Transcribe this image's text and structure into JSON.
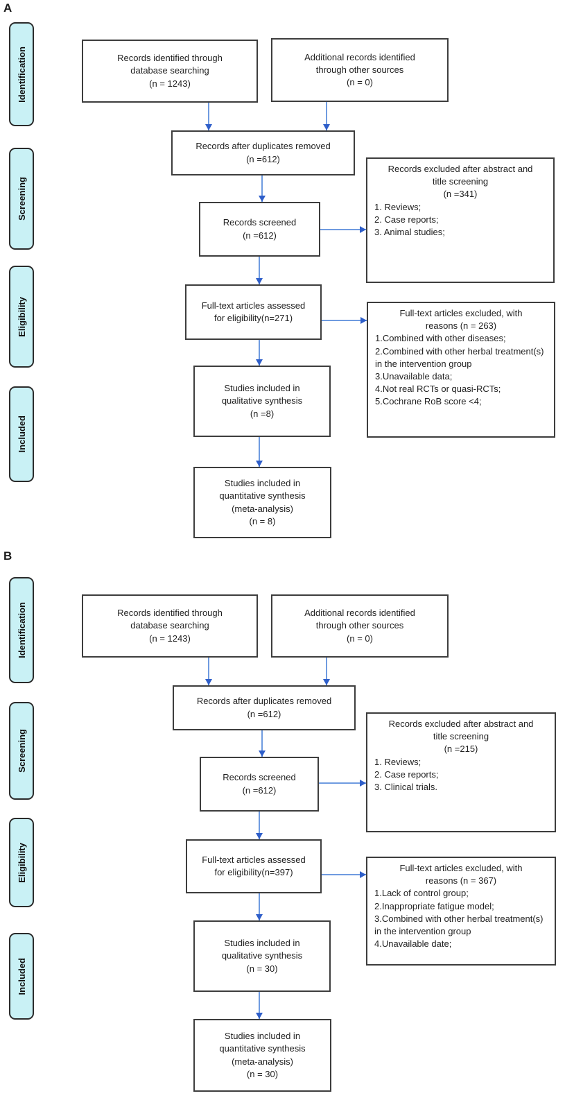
{
  "colors": {
    "stage_fill": "#c9f1f5",
    "box_border": "#3d3d3d",
    "arrow_line": "#6f9be0",
    "arrow_head": "#2e5ec9",
    "text": "#212121"
  },
  "panels": [
    {
      "label": "A",
      "stages": {
        "identification": "Identification",
        "screening": "Screening",
        "eligibility": "Eligibility",
        "included": "Included"
      },
      "boxes": {
        "identified": "Records identified through\ndatabase searching\n(n = 1243)",
        "additional": "Additional records identified\nthrough other sources\n(n = 0)",
        "after_duplicates": "Records after duplicates removed\n(n =612)",
        "screened": "Records screened\n(n =612)",
        "excluded_screening": {
          "title": "Records excluded after abstract and\ntitle screening\n(n =341)",
          "items": [
            "1. Reviews;",
            "2. Case reports;",
            "3. Animal studies;"
          ]
        },
        "fulltext": "Full-text articles assessed\nfor eligibility(n=271)",
        "excluded_fulltext": {
          "title": "Full-text articles excluded, with\nreasons (n = 263)",
          "items": [
            "1.Combined with other diseases;",
            "2.Combined with other herbal treatment(s) in the intervention group",
            "3.Unavailable data;",
            "4.Not real RCTs or quasi-RCTs;",
            "5.Cochrane RoB score <4;"
          ]
        },
        "qualitative": "Studies included in\nqualitative synthesis\n(n =8)",
        "quantitative": "Studies included in\nquantitative synthesis\n(meta-analysis)\n(n = 8)"
      }
    },
    {
      "label": "B",
      "stages": {
        "identification": "Identification",
        "screening": "Screening",
        "eligibility": "Eligibility",
        "included": "Included"
      },
      "boxes": {
        "identified": "Records identified through\ndatabase searching\n(n = 1243)",
        "additional": "Additional records identified\nthrough other sources\n(n = 0)",
        "after_duplicates": "Records after duplicates removed\n(n =612)",
        "screened": "Records screened\n(n =612)",
        "excluded_screening": {
          "title": "Records excluded after abstract and\ntitle screening\n(n =215)",
          "items": [
            "1. Reviews;",
            "2. Case reports;",
            "3. Clinical trials."
          ]
        },
        "fulltext": "Full-text articles assessed\nfor eligibility(n=397)",
        "excluded_fulltext": {
          "title": "Full-text articles excluded, with\nreasons (n = 367)",
          "items": [
            "1.Lack of control group;",
            "2.Inappropriate fatigue model;",
            "3.Combined with other herbal treatment(s) in the intervention group",
            "4.Unavailable date;"
          ]
        },
        "qualitative": "Studies included in\nqualitative synthesis\n(n = 30)",
        "quantitative": "Studies included in\nquantitative synthesis\n(meta-analysis)\n(n = 30)"
      }
    }
  ]
}
